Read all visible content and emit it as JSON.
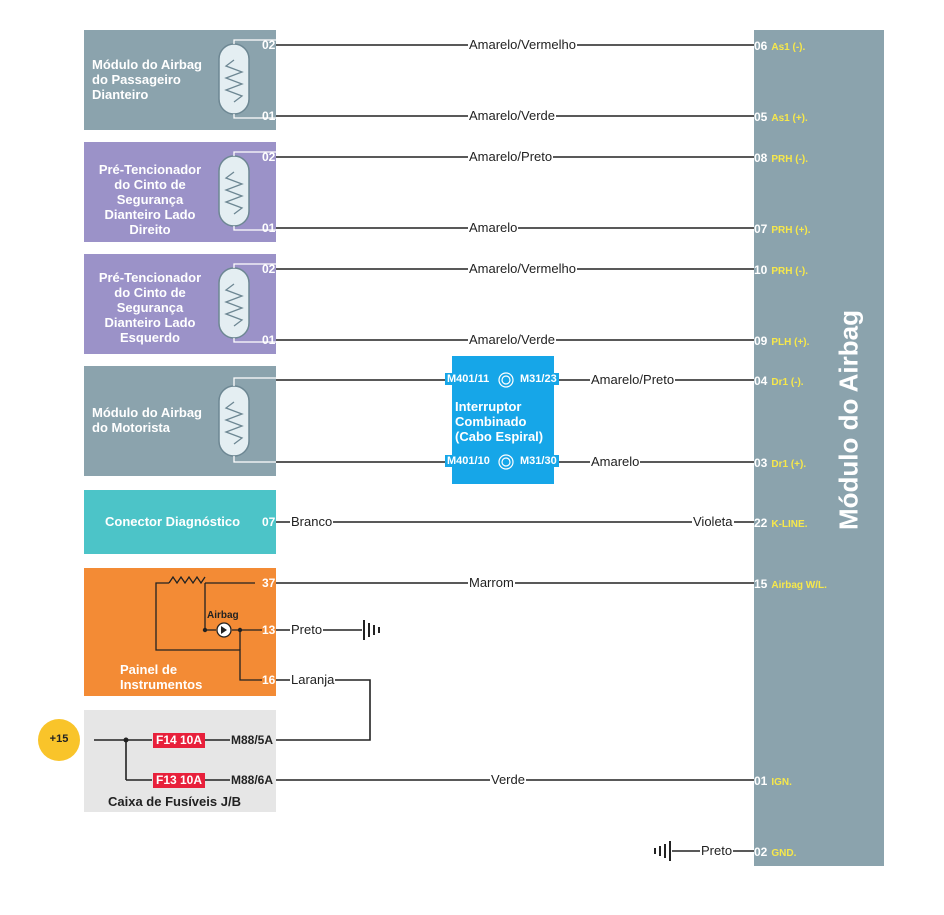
{
  "colors": {
    "module_gray": "#8ba3ad",
    "pretensioner_purple": "#9b92c8",
    "diagnostic_teal": "#4cc4c8",
    "panel_orange": "#f38b35",
    "spiral_blue": "#16a6e8",
    "fuse_box_gray": "#e6e6e6",
    "fuse_red": "#e8203b",
    "pin_function_yellow": "#f7e84a",
    "supply_yellow": "#f9c42a"
  },
  "main_module": {
    "title": "Módulo do Airbag"
  },
  "components": {
    "passenger_airbag": {
      "lines": [
        "Módulo do Airbag",
        "do Passageiro",
        "Dianteiro"
      ],
      "pin_top": "02",
      "pin_bottom": "01"
    },
    "pretensioner_right": {
      "lines": [
        "Pré-Tencionador",
        "do Cinto de",
        "Segurança",
        "Dianteiro Lado",
        "Direito"
      ],
      "pin_top": "02",
      "pin_bottom": "01"
    },
    "pretensioner_left": {
      "lines": [
        "Pré-Tencionador",
        "do Cinto de",
        "Segurança",
        "Dianteiro Lado",
        "Esquerdo"
      ],
      "pin_top": "02",
      "pin_bottom": "01"
    },
    "driver_airbag": {
      "lines": [
        "Módulo do Airbag",
        "do Motorista"
      ]
    },
    "diagnostic_connector": {
      "label": "Conector Diagnóstico",
      "pin": "07"
    },
    "instrument_panel": {
      "lines": [
        "Painel de",
        "Instrumentos"
      ],
      "lamp_label": "Airbag",
      "pin_37": "37",
      "pin_13": "13",
      "pin_16": "16"
    },
    "spiral_cable": {
      "lines": [
        "Interruptor",
        "Combinado",
        "(Cabo Espiral)"
      ],
      "pin_top_left": "M401/11",
      "pin_top_right": "M31/23",
      "pin_bottom_left": "M401/10",
      "pin_bottom_right": "M31/30"
    },
    "fuse_box": {
      "label": "Caixa de Fusíveis J/B",
      "supply": "+15",
      "fuses": [
        {
          "name": "F14 10A",
          "terminal": "M88/5A"
        },
        {
          "name": "F13 10A",
          "terminal": "M88/6A"
        }
      ]
    }
  },
  "module_pins": [
    {
      "num": "06",
      "fn": "As1 (-)."
    },
    {
      "num": "05",
      "fn": "As1 (+)."
    },
    {
      "num": "08",
      "fn": "PRH (-)."
    },
    {
      "num": "07",
      "fn": "PRH (+)."
    },
    {
      "num": "10",
      "fn": "PRH (-)."
    },
    {
      "num": "09",
      "fn": "PLH (+)."
    },
    {
      "num": "04",
      "fn": "Dr1 (-)."
    },
    {
      "num": "03",
      "fn": "Dr1 (+)."
    },
    {
      "num": "22",
      "fn": "K-LINE."
    },
    {
      "num": "15",
      "fn": "Airbag W/L."
    },
    {
      "num": "01",
      "fn": "IGN."
    },
    {
      "num": "02",
      "fn": "GND."
    }
  ],
  "wires": [
    "Amarelo/Vermelho",
    "Amarelo/Verde",
    "Amarelo/Preto",
    "Amarelo",
    "Amarelo/Vermelho",
    "Amarelo/Verde",
    "Amarelo/Preto",
    "Amarelo",
    "Branco",
    "Violeta",
    "Marrom",
    "Preto",
    "Laranja",
    "Verde",
    "Preto"
  ]
}
